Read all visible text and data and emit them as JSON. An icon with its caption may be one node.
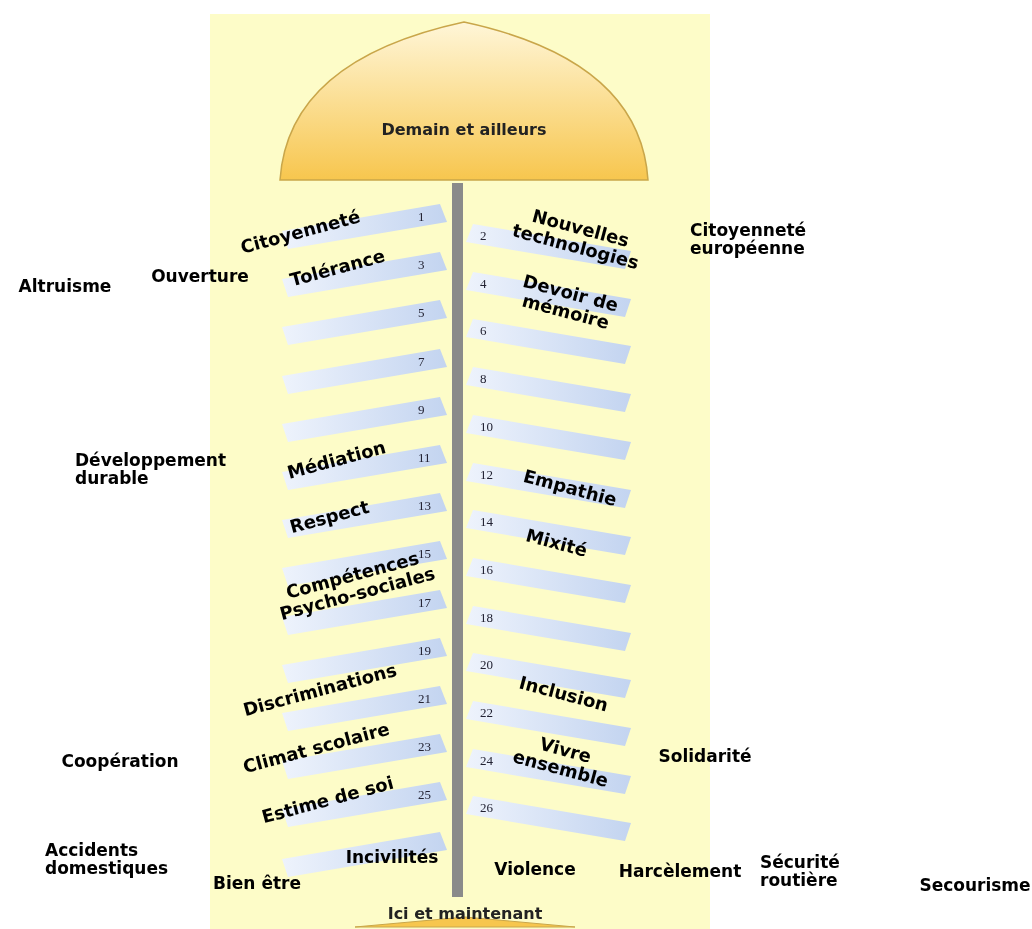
{
  "diagram": {
    "nodes": [
      {
        "text": [
          "Demain et ailleurs"
        ]
      },
      {
        "text": [
          "1"
        ]
      },
      {
        "text": [
          "2"
        ]
      },
      {
        "text": [
          "3"
        ]
      },
      {
        "text": [
          "4"
        ]
      },
      {
        "text": [
          "5"
        ]
      },
      {
        "text": [
          "6"
        ]
      },
      {
        "text": [
          "7"
        ]
      },
      {
        "text": [
          "8"
        ]
      },
      {
        "text": [
          "9"
        ]
      },
      {
        "text": [
          "10"
        ]
      },
      {
        "text": [
          "11"
        ]
      },
      {
        "text": [
          "12"
        ]
      },
      {
        "text": [
          "13"
        ]
      },
      {
        "text": [
          "14"
        ]
      },
      {
        "text": [
          "15"
        ]
      },
      {
        "text": [
          "16"
        ]
      },
      {
        "text": [
          "17"
        ]
      },
      {
        "text": [
          "18"
        ]
      },
      {
        "text": [
          "19"
        ]
      },
      {
        "text": [
          "20"
        ]
      },
      {
        "text": [
          "21"
        ]
      },
      {
        "text": [
          "22"
        ]
      },
      {
        "text": [
          "23"
        ]
      },
      {
        "text": [
          "24"
        ]
      },
      {
        "text": [
          "25"
        ]
      },
      {
        "text": [
          "26"
        ]
      },
      {
        "text": [],
        "shape": "bar"
      },
      {
        "text": [
          "Ici et maintenant"
        ]
      },
      {
        "text": [],
        "shape": "pole"
      }
    ],
    "edges": [],
    "labels": [
      "Citoyenneté",
      "Nouvelles technologies",
      "Citoyenneté européenne",
      "Altruisme",
      "Ouverture",
      "Tolérance",
      "Devoir de mémoire",
      "Développement durable",
      "Médiation",
      "Empathie",
      "Respect",
      "Mixité",
      "Compétences Psycho-sociales",
      "Discriminations",
      "Inclusion",
      "Coopération",
      "Climat scolaire",
      "Vivre ensemble",
      "Solidarité",
      "Estime de soi",
      "Accidents domestiques",
      "Bien être",
      "Incivilités",
      "Violence",
      "Harcèlement",
      "Sécurité routière",
      "Secourisme"
    ]
  }
}
